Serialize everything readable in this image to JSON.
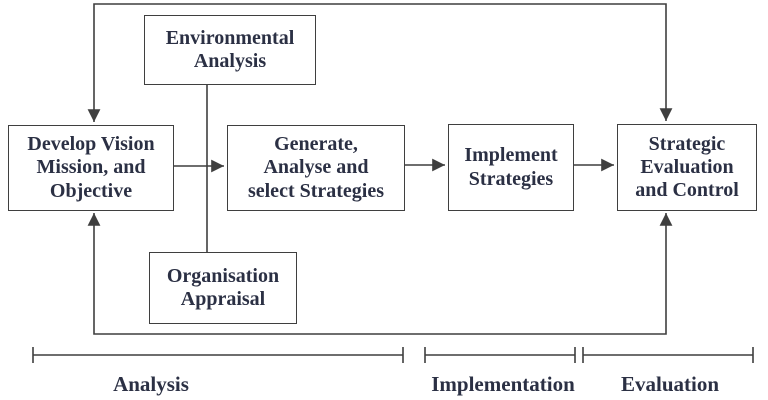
{
  "title": "Strategic management process diagram",
  "boxes": {
    "environmental_analysis": {
      "label": "Environmental\nAnalysis"
    },
    "develop_vision": {
      "label": "Develop Vision\nMission, and\nObjective"
    },
    "generate_strategies": {
      "label": "Generate,\nAnalyse and\nselect Strategies"
    },
    "implement_strategies": {
      "label": "Implement\nStrategies"
    },
    "strategic_evaluation": {
      "label": "Strategic\nEvaluation\nand Control"
    },
    "organisation_appraisal": {
      "label": "Organisation\nAppraisal"
    }
  },
  "phases": {
    "analysis": {
      "label": "Analysis"
    },
    "implementation": {
      "label": "Implementation"
    },
    "evaluation": {
      "label": "Evaluation"
    }
  },
  "connectors": [
    "develop_vision -> generate_strategies (arrow)",
    "generate_strategies -> implement_strategies (arrow)",
    "implement_strategies -> strategic_evaluation (arrow)",
    "environmental_analysis - organisation_appraisal (vertical line crossing develop->generate arrow)",
    "top feedback loop: arrows down into develop_vision and strategic_evaluation",
    "bottom feedback loop: arrows up into develop_vision and strategic_evaluation"
  ],
  "colors": {
    "line_color": "#3f3f3f",
    "text_color": "#2b3044",
    "background_color": "#ffffff"
  }
}
